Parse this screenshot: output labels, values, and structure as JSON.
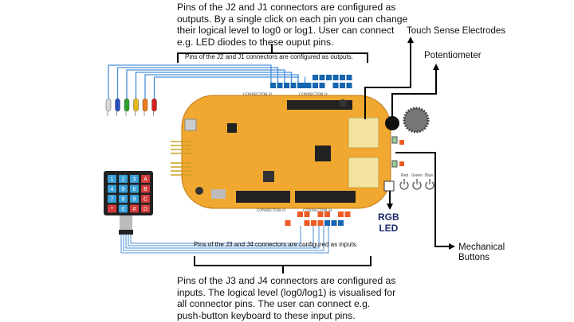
{
  "top_description": [
    "Pins of the J2 and J1 connectors are configured as",
    "outputs. By a single click on each pin you can change",
    "their logical level to log0 or log1. User can connect",
    "e.g. LED diodes to these ouput pins."
  ],
  "top_bracket_label": "Pins of the J2 and J1 connectors are configured as outputs.",
  "bottom_bracket_label": "Pins of the J3 and J4 connectors are configured as inputs.",
  "bottom_description": [
    "Pins of the J3 and J4 connectors are configured as",
    "inputs. The logical level (log0/log1) is visualised for",
    "all connector pins. The user can connect e.g.",
    "push-button keyboard to these input pins."
  ],
  "callouts": {
    "touch": "Touch Sense Electrodes",
    "potentiometer": "Potentiometer",
    "rgb_led": [
      "RGB",
      "LED"
    ],
    "mechanical": [
      "Mechanical",
      "Buttons"
    ]
  },
  "connectors": {
    "j2": "CONNECTOR J2",
    "j1": "CONNECTOR J1",
    "j3": "CONNECTOR J3",
    "j4": "CONNECTOR J4"
  },
  "button_labels": [
    "Red",
    "Green",
    "Blue"
  ],
  "keypad": [
    "1",
    "2",
    "3",
    "A",
    "4",
    "5",
    "6",
    "B",
    "7",
    "8",
    "9",
    "C",
    "*",
    "0",
    "#",
    "D"
  ],
  "led_colors": [
    "#d8d8d8",
    "#2a4fc0",
    "#2aa02a",
    "#e6b81a",
    "#ee7a1a",
    "#d42020"
  ],
  "colors": {
    "board": "#f0a830",
    "pin_output": "#1565b0",
    "pin_input": "#ee5a24",
    "wire": "#4a90d9"
  }
}
